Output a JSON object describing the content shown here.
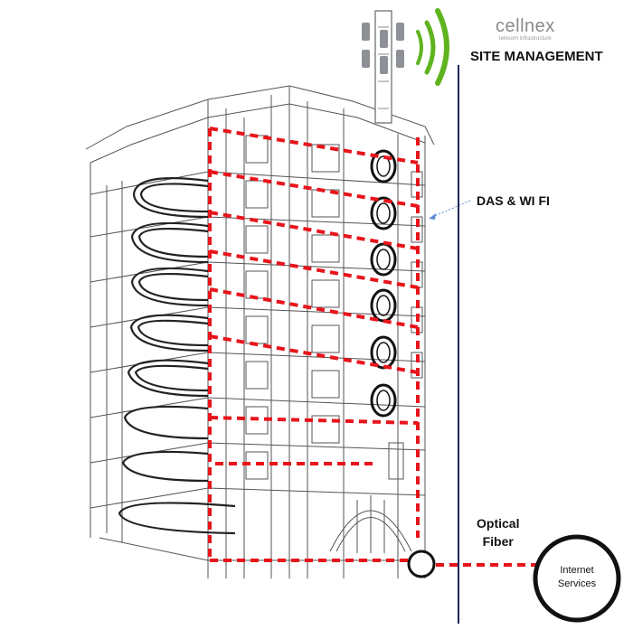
{
  "brand": {
    "name": "cellnex",
    "tagline": "telecom infrastructure"
  },
  "labels": {
    "site_management": "SITE MANAGEMENT",
    "das_wifi": "DAS &  WI FI",
    "optical_fiber_line1": "Optical",
    "optical_fiber_line2": "Fiber",
    "internet_line1": "Internet",
    "internet_line2": "Services"
  },
  "colors": {
    "fiber_red": "#e8141b",
    "signal_green": "#5fb31f",
    "mast_grey": "#8d9196",
    "building_line": "#555555",
    "vertical_line": "#1a2a5a"
  },
  "icons": [
    "cell-tower-icon",
    "signal-waves-icon",
    "internet-cloud-icon"
  ]
}
